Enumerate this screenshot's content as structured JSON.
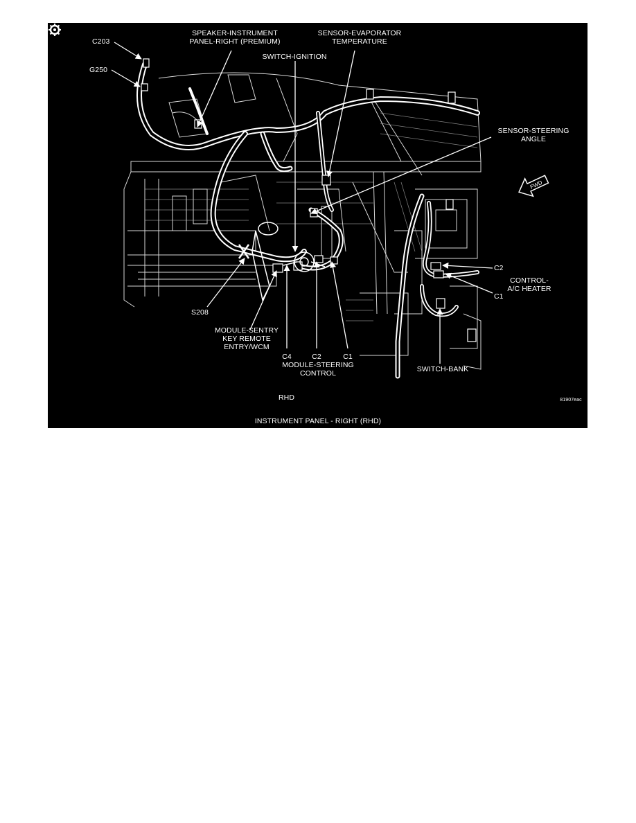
{
  "figure": {
    "caption": "INSTRUMENT PANEL - RIGHT (RHD)",
    "region_tag": "RHD",
    "image_code": "81907eac",
    "direction_marker": "FWD"
  },
  "callouts": {
    "c203": "C203",
    "g250": "G250",
    "speaker_l1": "SPEAKER-INSTRUMENT",
    "speaker_l2": "PANEL-RIGHT (PREMIUM)",
    "switch_ignition": "SWITCH-IGNITION",
    "evap_l1": "SENSOR-EVAPORATOR",
    "evap_l2": "TEMPERATURE",
    "steer_angle_l1": "SENSOR-STEERING",
    "steer_angle_l2": "ANGLE",
    "c2_right": "C2",
    "control_l1": "CONTROL-",
    "control_l2": "A/C HEATER",
    "c1_right": "C1",
    "s208": "S208",
    "sentry_l1": "MODULE-SENTRY",
    "sentry_l2": "KEY REMOTE",
    "sentry_l3": "ENTRY/WCM",
    "c4": "C4",
    "c2_mid": "C2",
    "c1_mid": "C1",
    "steer_ctrl_l1": "MODULE-STEERING",
    "steer_ctrl_l2": "CONTROL",
    "switch_bank": "SWITCH-BANK"
  },
  "colors": {
    "background": "#000000",
    "linework": "#ffffff",
    "page": "#ffffff"
  }
}
